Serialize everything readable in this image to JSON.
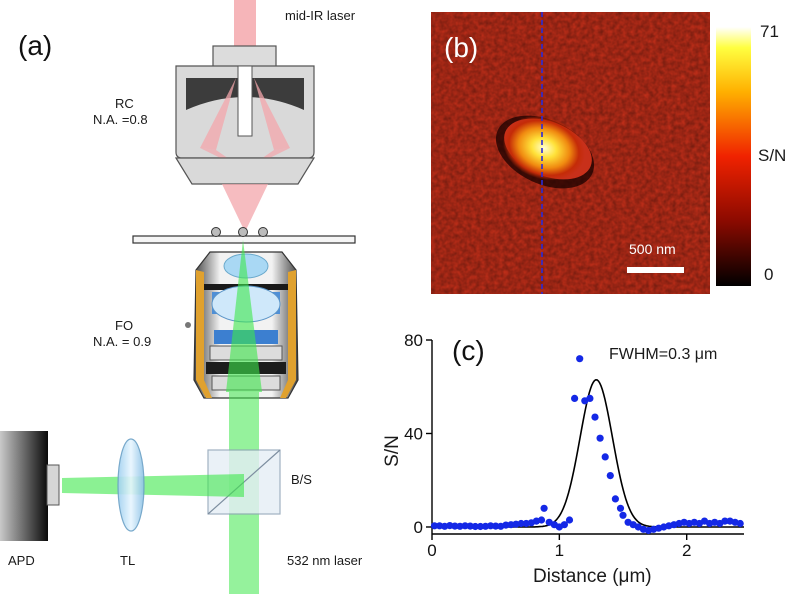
{
  "panel_a": {
    "label": "(a)",
    "laser_top": "mid-IR laser",
    "rc_name": "RC",
    "rc_na": "N.A. =0.8",
    "fo_name": "FO",
    "fo_na": "N.A. = 0.9",
    "beamsplitter": "B/S",
    "detector": "APD",
    "lens": "TL",
    "laser_bottom": "532 nm laser"
  },
  "panel_b": {
    "label": "(b)",
    "scalebar": "500 nm",
    "colorbar_max": "71",
    "colorbar_min": "0",
    "colorbar_label": "S/N"
  },
  "chart_data": {
    "type": "scatter",
    "label": "(c)",
    "annotation": "FWHM=0.3 μm",
    "xlabel": "Distance (μm)",
    "ylabel": "S/N",
    "xlim": [
      0,
      2.45
    ],
    "ylim": [
      -3,
      80
    ],
    "xticks": [
      0,
      1,
      2
    ],
    "yticks": [
      0,
      40,
      80
    ],
    "grid": false,
    "colors": {
      "points": "#1428e6",
      "fit": "#000000"
    },
    "points": {
      "x": [
        0.02,
        0.06,
        0.1,
        0.14,
        0.18,
        0.22,
        0.26,
        0.3,
        0.34,
        0.38,
        0.42,
        0.46,
        0.5,
        0.54,
        0.58,
        0.62,
        0.66,
        0.7,
        0.74,
        0.78,
        0.82,
        0.86,
        0.88,
        0.92,
        0.96,
        1.0,
        1.04,
        1.08,
        1.12,
        1.16,
        1.2,
        1.24,
        1.28,
        1.32,
        1.36,
        1.4,
        1.44,
        1.48,
        1.5,
        1.54,
        1.58,
        1.62,
        1.66,
        1.7,
        1.74,
        1.78,
        1.82,
        1.86,
        1.9,
        1.94,
        1.98,
        2.02,
        2.06,
        2.1,
        2.14,
        2.18,
        2.22,
        2.26,
        2.3,
        2.34,
        2.38,
        2.42
      ],
      "y": [
        0.5,
        0.5,
        0.3,
        0.6,
        0.4,
        0.3,
        0.5,
        0.4,
        0.2,
        0.2,
        0.3,
        0.5,
        0.4,
        0.3,
        0.8,
        1,
        1.2,
        1.5,
        1.5,
        1.8,
        2.5,
        3,
        8,
        2,
        1,
        0,
        1,
        3,
        55,
        72,
        54,
        55,
        47,
        38,
        30,
        22,
        12,
        8,
        5,
        2,
        1,
        0,
        -1,
        -1.5,
        -1,
        -0.5,
        0,
        0.5,
        1,
        1.5,
        2,
        1.5,
        2,
        1.5,
        2.5,
        1.5,
        2,
        1.5,
        2.5,
        2.5,
        2,
        1.5
      ]
    },
    "fit": {
      "model": "gaussian",
      "center": 1.29,
      "fwhm": 0.3,
      "amplitude": 63,
      "baseline": 0
    }
  }
}
